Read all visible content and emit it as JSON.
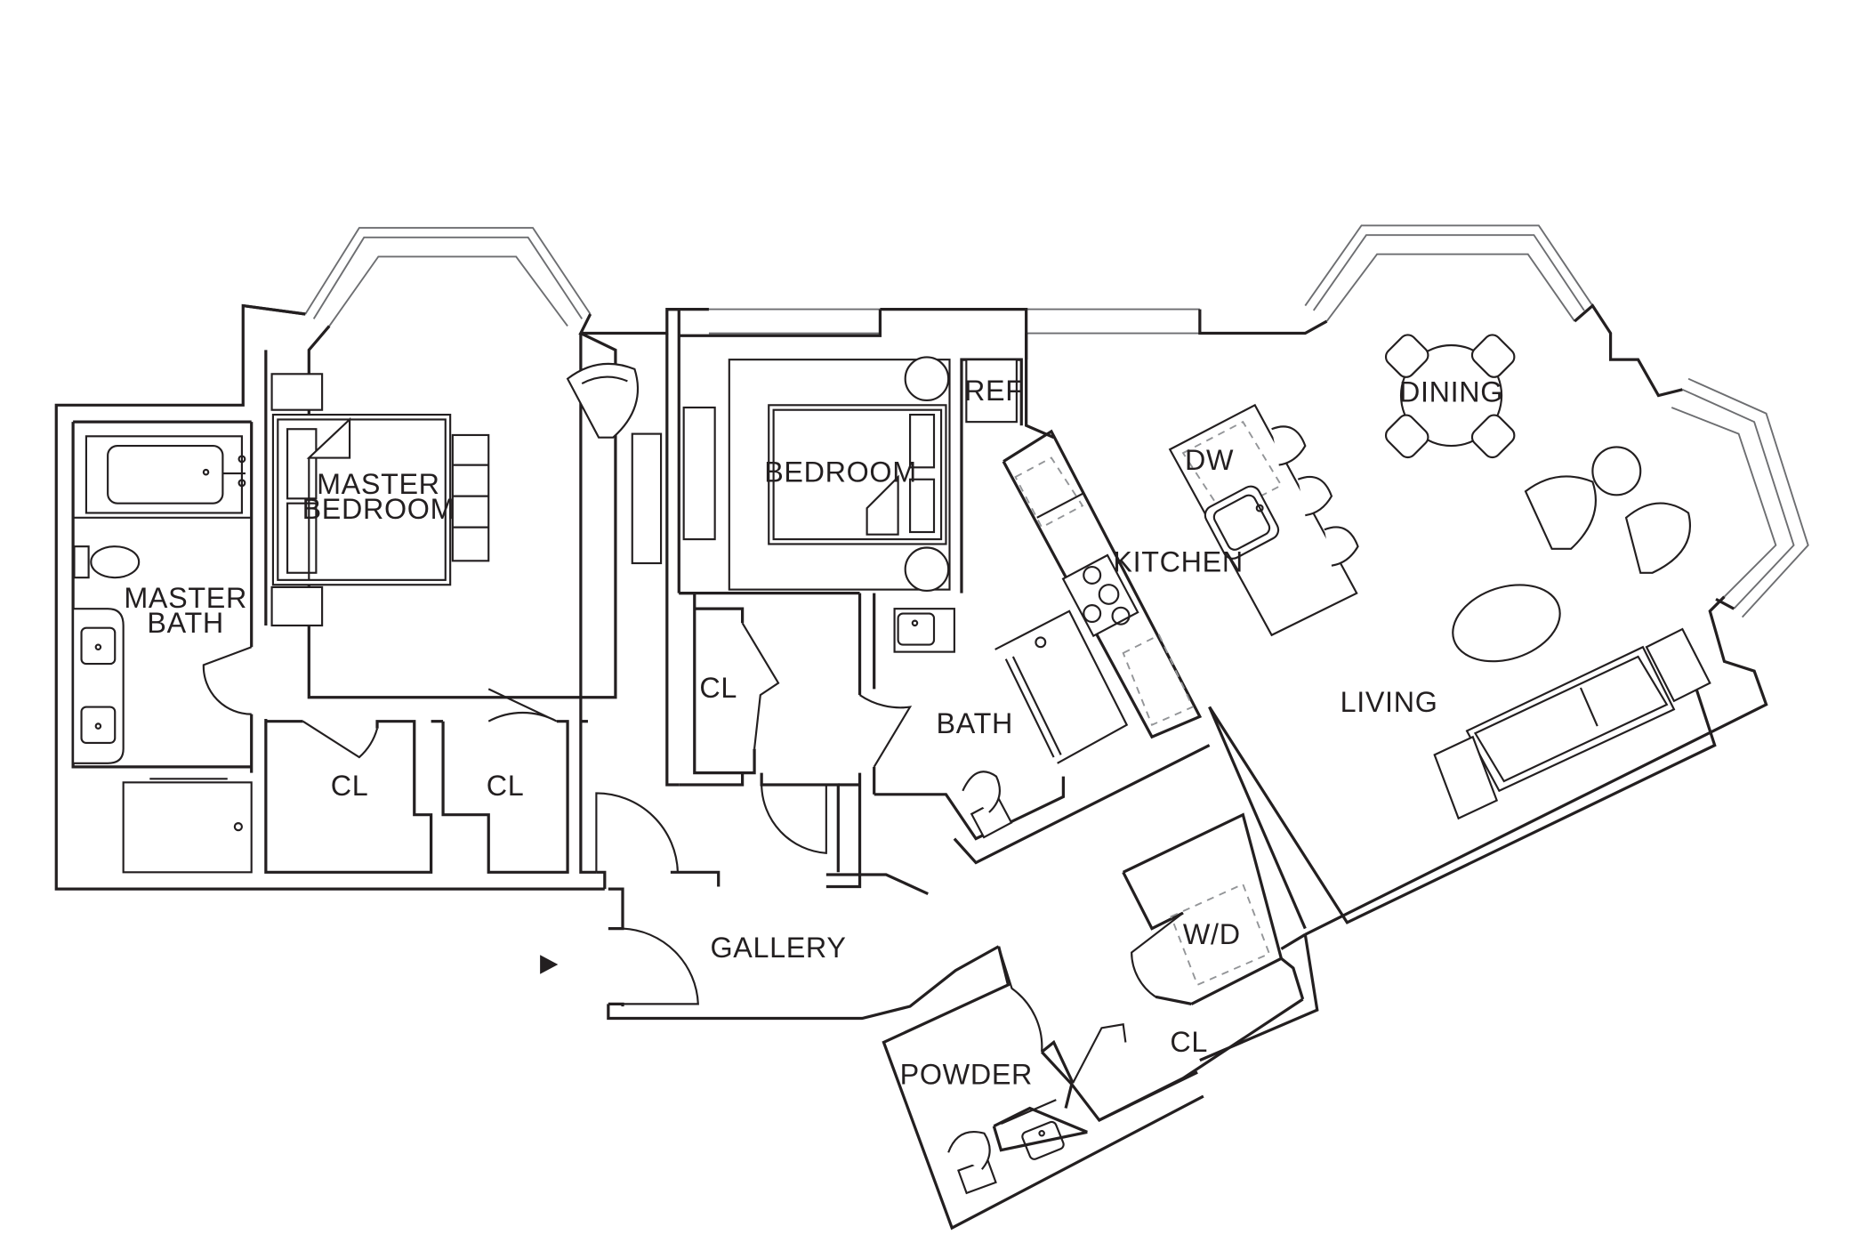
{
  "rooms": {
    "master_bedroom": [
      "MASTER",
      "BEDROOM"
    ],
    "master_bath": [
      "MASTER",
      "BATH"
    ],
    "closet_1": "CL",
    "closet_2": "CL",
    "closet_3": "CL",
    "closet_4": "CL",
    "bedroom": "BEDROOM",
    "ref": "REF",
    "dw": "DW",
    "kitchen": "KITCHEN",
    "dining": "DINING",
    "living": "LIVING",
    "bath": "BATH",
    "gallery": "GALLERY",
    "wd": "W/D",
    "powder": "POWDER"
  },
  "colors": {
    "line": "#231f20",
    "window": "#6d6e71",
    "dashed": "#939598",
    "background": "#ffffff"
  },
  "entry_marker": "triangle-arrow-icon"
}
